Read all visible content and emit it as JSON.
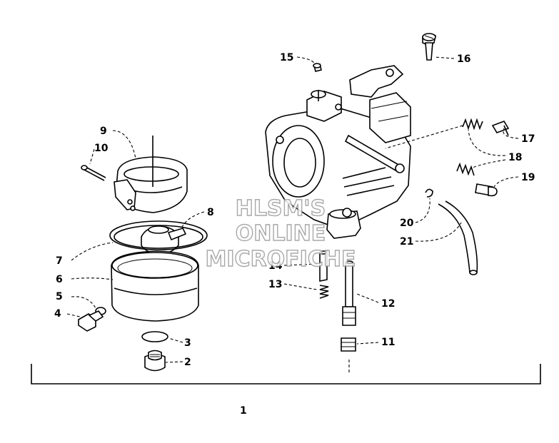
{
  "callouts": {
    "c1": "1",
    "c2": "2",
    "c3": "3",
    "c4": "4",
    "c5": "5",
    "c6": "6",
    "c7": "7",
    "c8": "8",
    "c9": "9",
    "c10": "10",
    "c11": "11",
    "c12": "12",
    "c13": "13",
    "c14": "14",
    "c15": "15",
    "c16": "16",
    "c17": "17",
    "c18": "18",
    "c19": "19",
    "c20": "20",
    "c21": "21"
  },
  "watermark": {
    "line1": "HLSM'S",
    "line2": "ONLINE",
    "line3": "MICROFICHE"
  }
}
